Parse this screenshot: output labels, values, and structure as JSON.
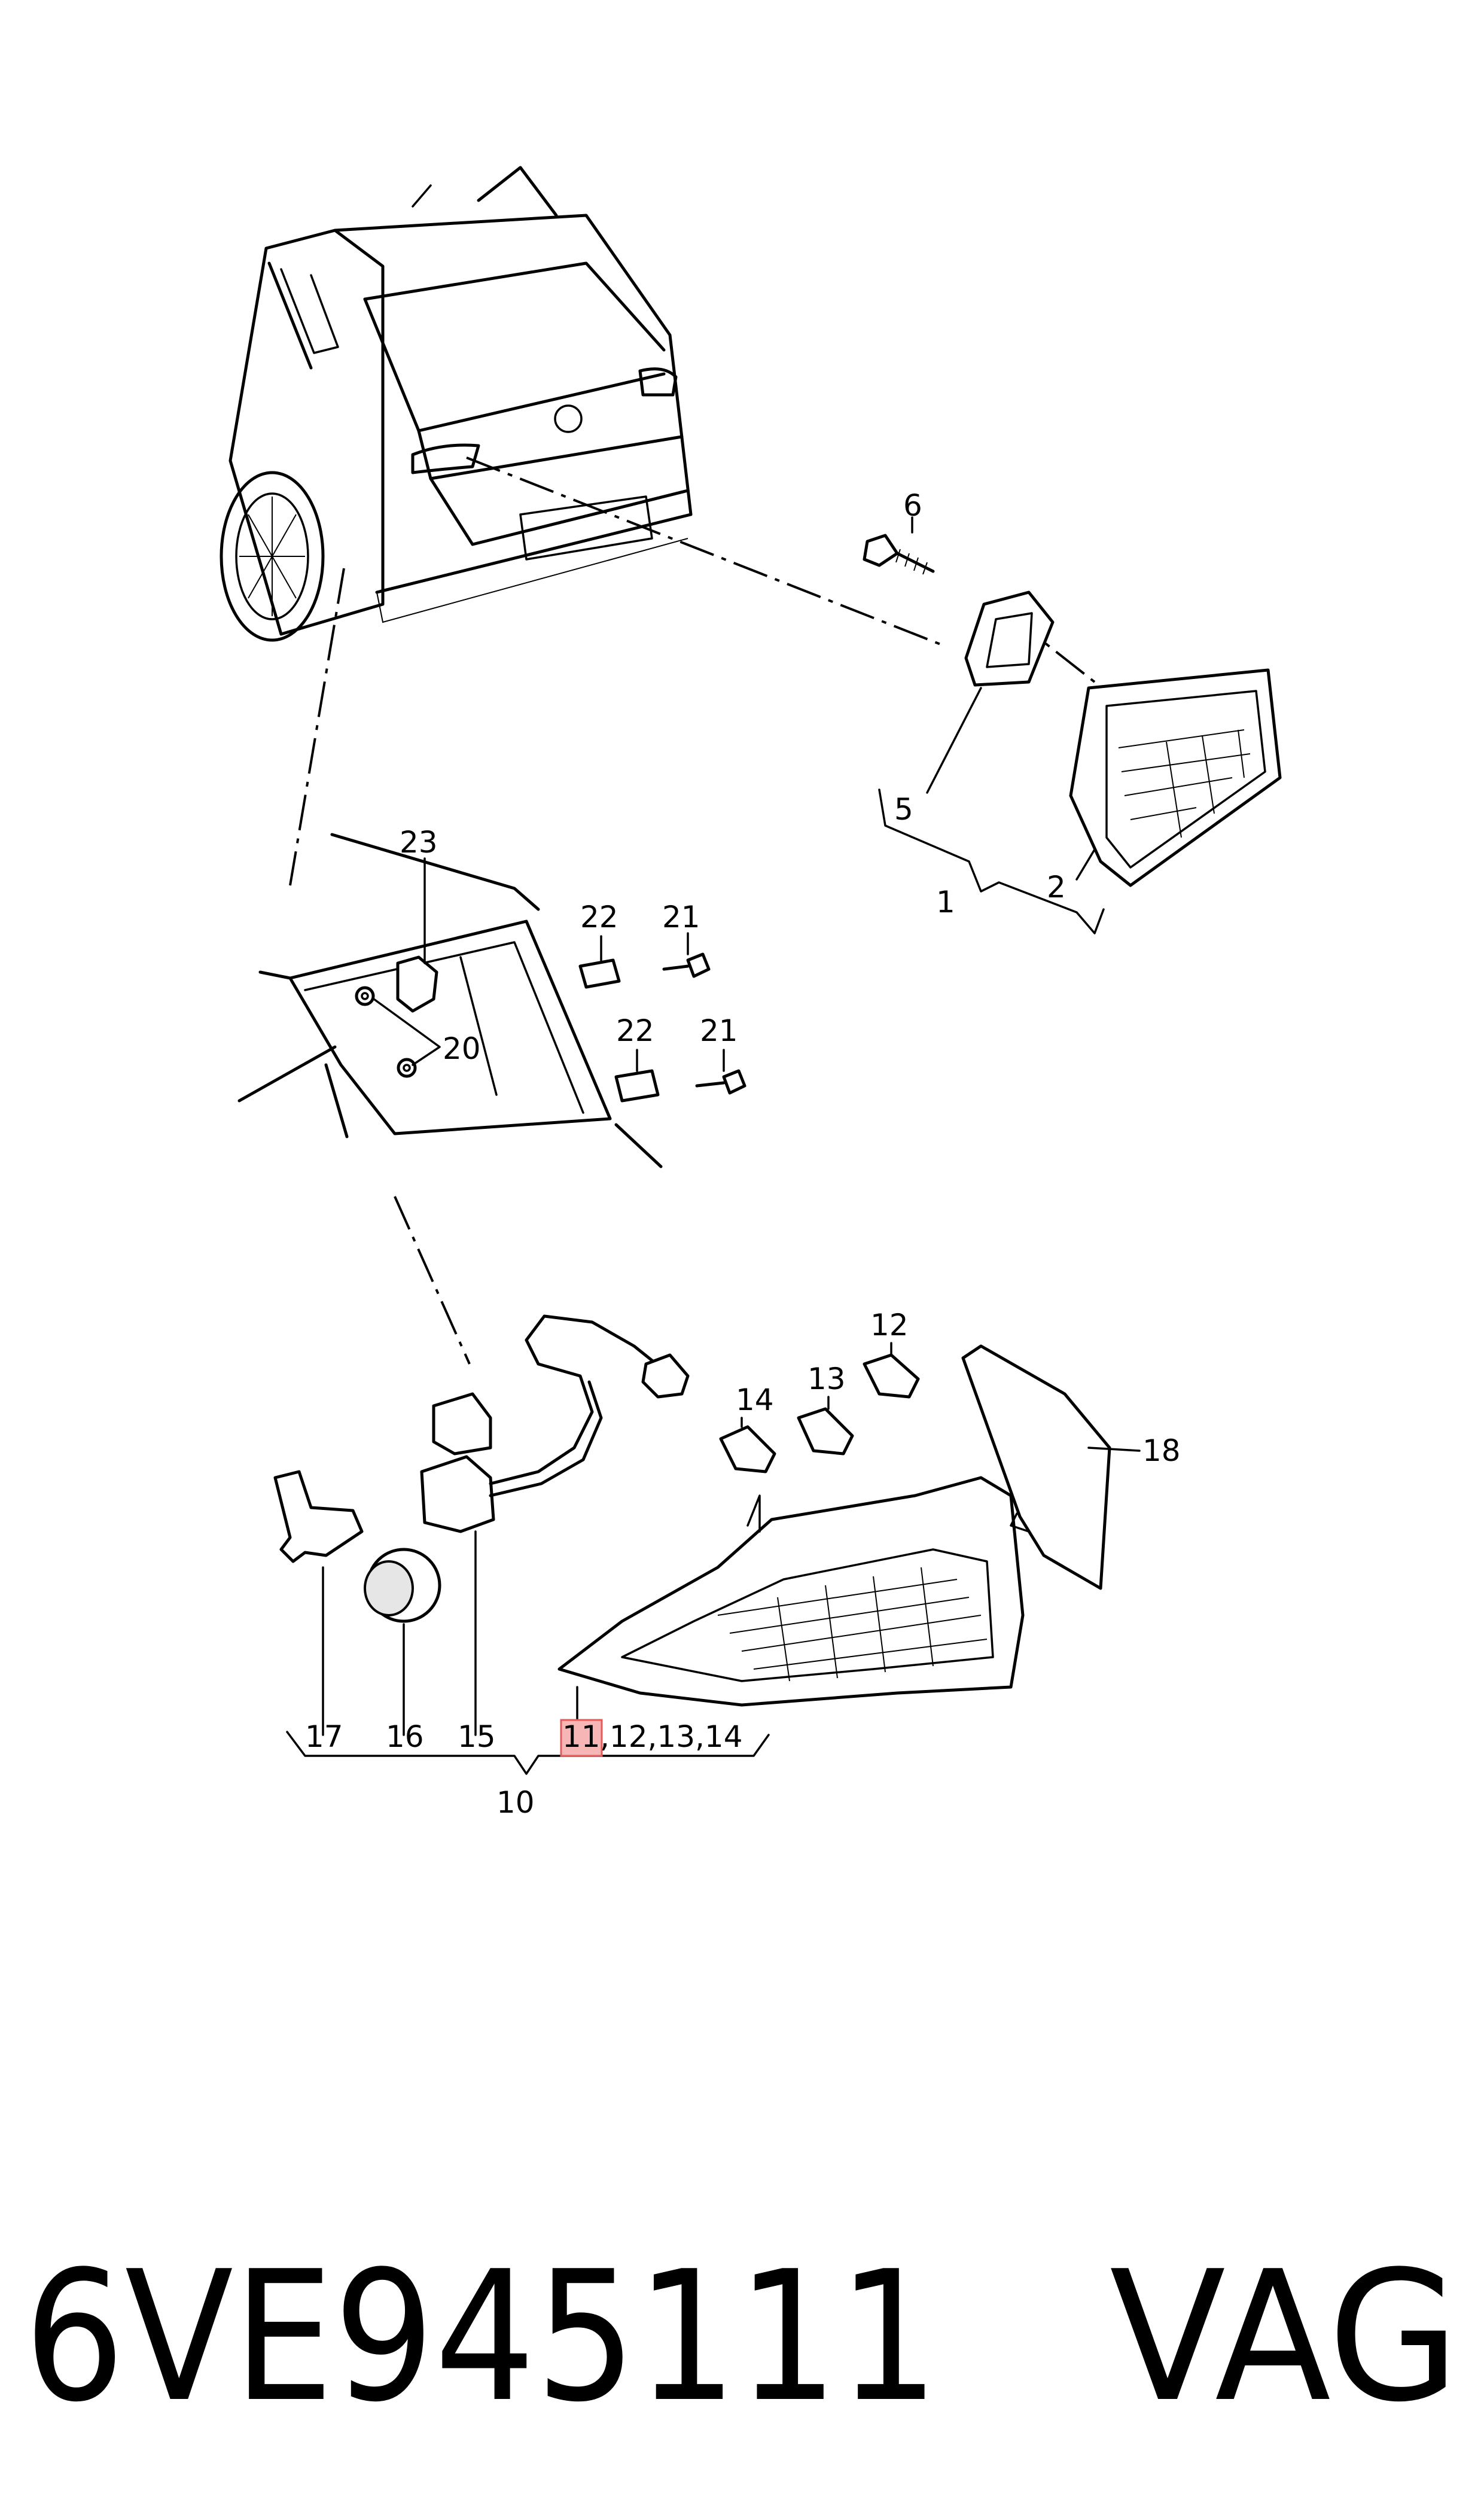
{
  "callouts": {
    "c1": "1",
    "c2": "2",
    "c5": "5",
    "c6": "6",
    "c10": "10",
    "c11": "11",
    "c12_13_14": ",12,13,14",
    "c12": "12",
    "c13": "13",
    "c14": "14",
    "c15": "15",
    "c16": "16",
    "c17": "17",
    "c18": "18",
    "c20": "20",
    "c21a": "21",
    "c21b": "21",
    "c22a": "22",
    "c22b": "22",
    "c23": "23"
  },
  "highlight_color": "#f6b6b6",
  "part_number": "6VE945111",
  "brand": "VAG"
}
